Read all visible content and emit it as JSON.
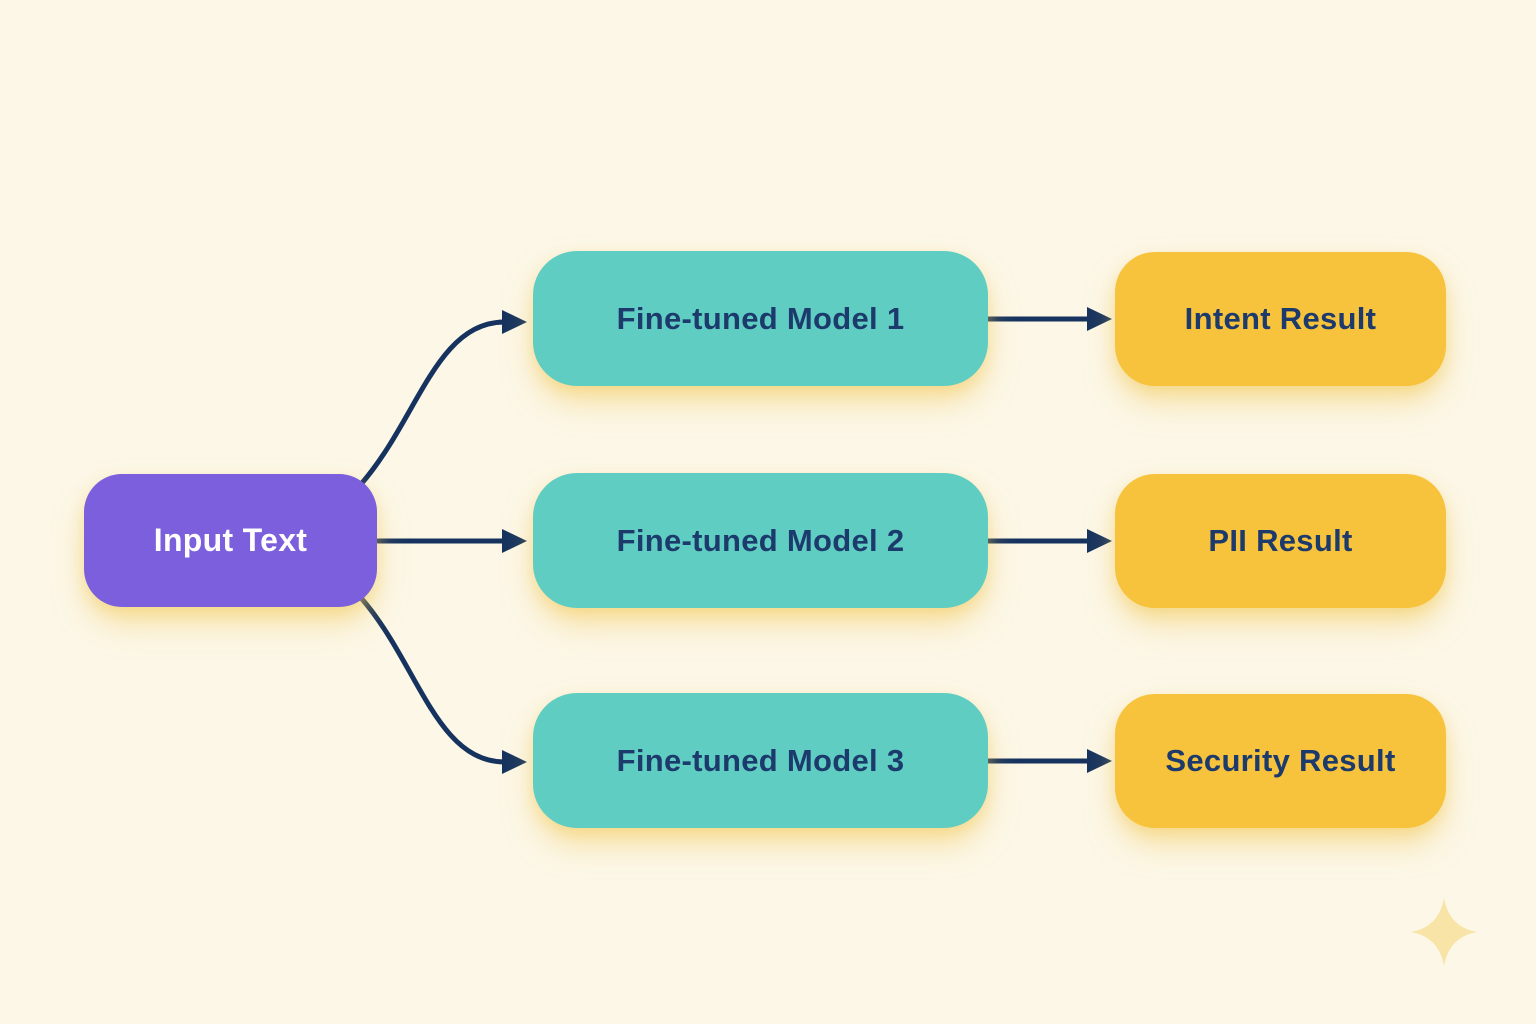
{
  "diagram": {
    "nodes": {
      "input": {
        "label": "Input Text"
      },
      "models": [
        {
          "label": "Fine-tuned Model 1"
        },
        {
          "label": "Fine-tuned Model 2"
        },
        {
          "label": "Fine-tuned Model 3"
        }
      ],
      "results": [
        {
          "label": "Intent Result"
        },
        {
          "label": "PII Result"
        },
        {
          "label": "Security Result"
        }
      ]
    },
    "edges": [
      {
        "from": "input",
        "to": "model-1"
      },
      {
        "from": "input",
        "to": "model-2"
      },
      {
        "from": "input",
        "to": "model-3"
      },
      {
        "from": "model-1",
        "to": "result-intent"
      },
      {
        "from": "model-2",
        "to": "result-pii"
      },
      {
        "from": "model-3",
        "to": "result-security"
      }
    ],
    "icons": {
      "sparkle": "four-point-sparkle"
    }
  },
  "colors": {
    "background": "#FCF7E7",
    "input_fill": "#7B5FDC",
    "input_text": "#FFFFFF",
    "model_fill": "#5FCDC2",
    "result_fill": "#F7C33C",
    "node_text": "#1C3A6B",
    "arrow": "#16335F",
    "sparkle": "#F7E4A6",
    "glow": "rgba(243,200,80,0.50)",
    "glow_soft": "rgba(243,200,80,0.30)"
  }
}
